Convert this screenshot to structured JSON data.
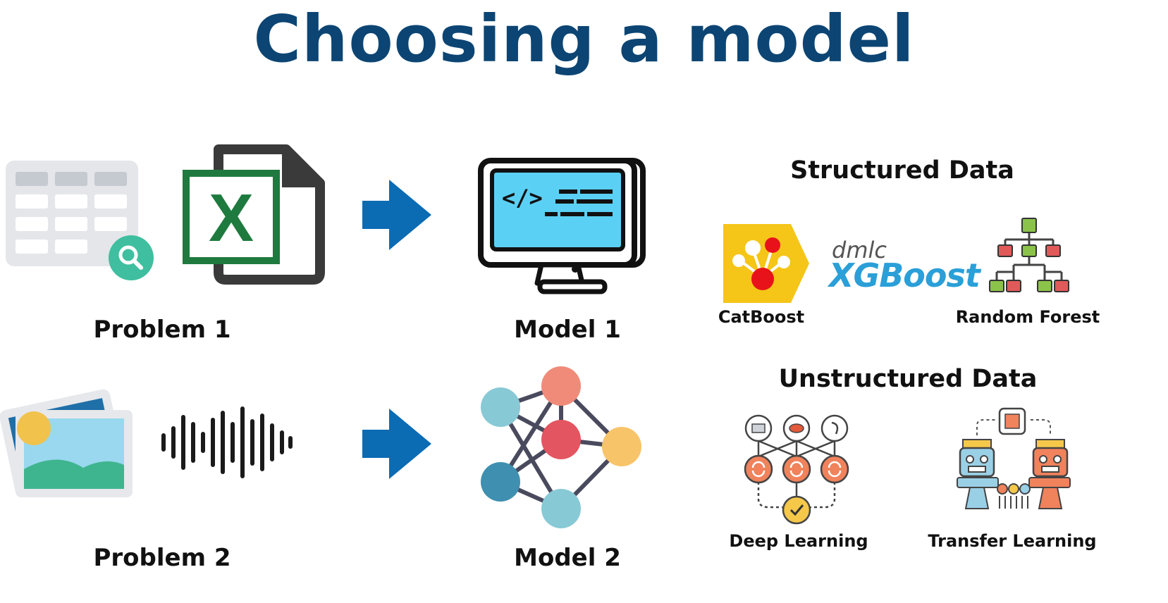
{
  "title": "Choosing a model",
  "rows": [
    {
      "problem": "Problem 1",
      "model": "Model 1"
    },
    {
      "problem": "Problem 2",
      "model": "Model 2"
    }
  ],
  "structured": {
    "heading": "Structured Data",
    "tools": [
      "CatBoost",
      "Random Forest"
    ],
    "xgboost": {
      "prefix": "dmlc",
      "name": "XGBoost"
    }
  },
  "unstructured": {
    "heading": "Unstructured Data",
    "tools": [
      "Deep Learning",
      "Transfer Learning"
    ]
  },
  "colors": {
    "title": "#0c4573",
    "arrow": "#0b6bb3",
    "excel_green": "#1e7a3e",
    "catboost_yellow": "#f5c518",
    "xgboost_blue": "#2a9fd8"
  }
}
